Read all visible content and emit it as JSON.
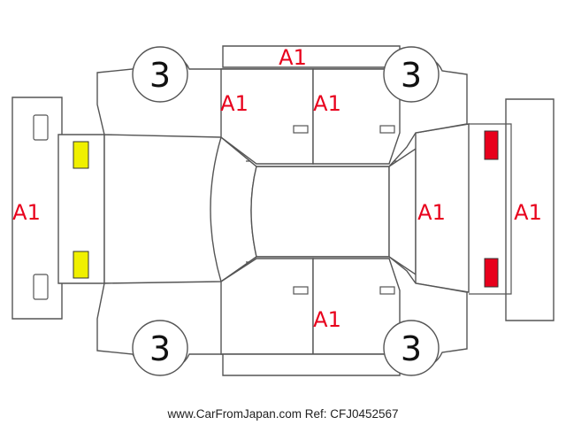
{
  "colors": {
    "damage_mark": "#e8001c",
    "outline": "#555555",
    "lamp_yellow": "#f0f000",
    "lamp_red": "#e8001c"
  },
  "marks": {
    "roof": "A1",
    "left_front_door": "A1",
    "left_rear_door": "A1",
    "front_bumper": "A1",
    "rear_panel": "A1",
    "rear_bumper": "A1",
    "right_rear_door": "A1"
  },
  "wheels": {
    "front_left": "3",
    "rear_left": "3",
    "front_right": "3",
    "rear_right": "3"
  },
  "footer": "www.CarFromJapan.com Ref: CFJ0452567"
}
